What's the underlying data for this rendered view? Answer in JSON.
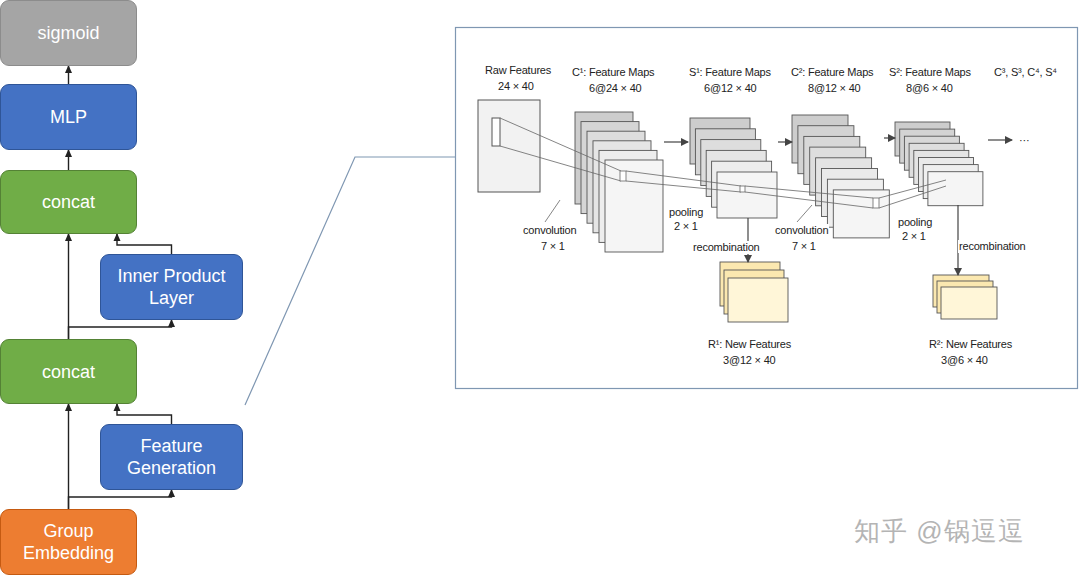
{
  "diagram": {
    "nodes": [
      {
        "text": [
          "sigmoid"
        ]
      },
      {
        "text": [
          "MLP"
        ]
      },
      {
        "text": [
          "concat"
        ]
      },
      {
        "text": [
          "Inner Product Layer"
        ]
      },
      {
        "text": [
          "concat"
        ]
      },
      {
        "text": [
          "Feature Generation"
        ]
      },
      {
        "text": [
          "Group Embedding"
        ]
      }
    ],
    "edges": [
      {
        "from": 6,
        "to": 4,
        "arrow": "to"
      },
      {
        "from": 6,
        "to": 5,
        "arrow": "to"
      },
      {
        "from": 5,
        "to": 4,
        "arrow": "to"
      },
      {
        "from": 4,
        "to": 2,
        "arrow": "to"
      },
      {
        "from": 4,
        "to": 3,
        "arrow": "to"
      },
      {
        "from": 3,
        "to": 2,
        "arrow": "to"
      },
      {
        "from": 2,
        "to": 1,
        "arrow": "to"
      },
      {
        "from": 1,
        "to": 0,
        "arrow": "to"
      }
    ],
    "labels": [
      "Raw Features",
      "24 × 40",
      "C¹: Feature Maps",
      "6@24 × 40",
      "S¹: Feature Maps",
      "6@12 × 40",
      "C²: Feature Maps",
      "8@12 × 40",
      "S²: Feature Maps",
      "8@6 × 40",
      "C³, S³, C⁴, S⁴",
      "···",
      "convolution",
      "7 × 1",
      "pooling",
      "2 × 1",
      "recombination",
      "convolution",
      "7 × 1",
      "pooling",
      "2 × 1",
      "recombination",
      "R¹: New Features",
      "3@12 × 40",
      "R²: New Features",
      "3@6 × 40",
      "知乎 @锅逗逗"
    ]
  }
}
